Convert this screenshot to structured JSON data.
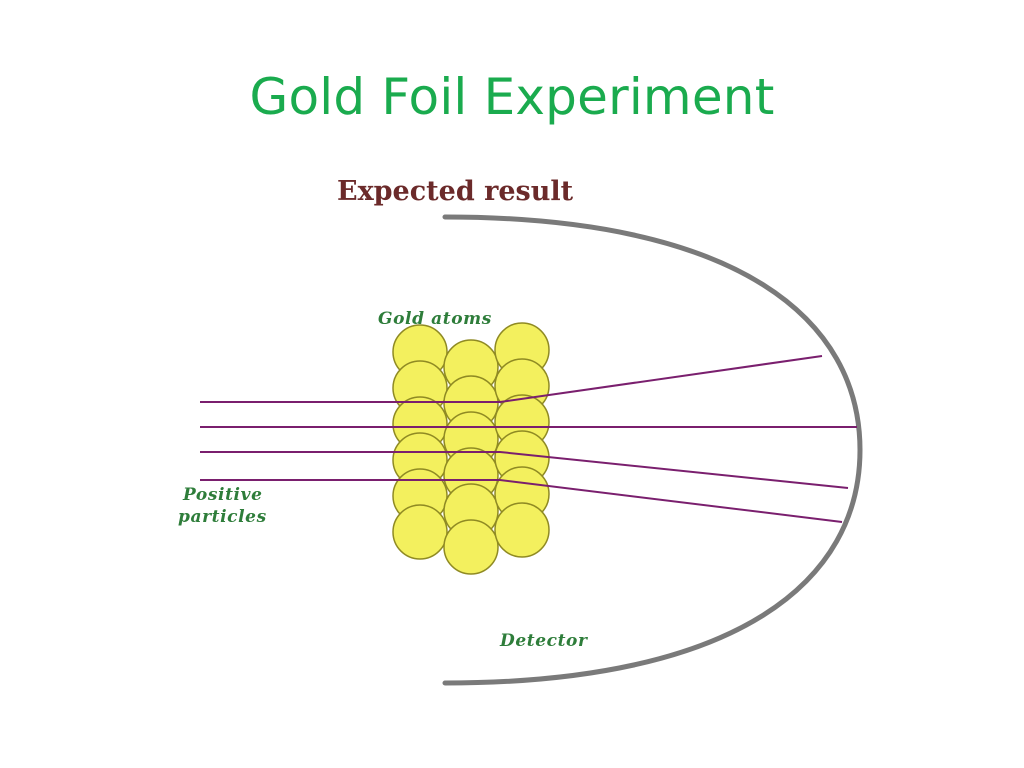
{
  "slide": {
    "title": "Gold Foil Experiment"
  },
  "diagram": {
    "heading": "Expected result",
    "labels": {
      "gold_atoms": "Gold atoms",
      "positive_particles_line1": "Positive",
      "positive_particles_line2": "particles",
      "detector": "Detector"
    }
  },
  "colors": {
    "title": "#1aab4e",
    "heading": "#6b2a2a",
    "label": "#2e7d3a",
    "atom_fill": "#f3f05e",
    "atom_stroke": "#8f8a23",
    "particle_path": "#7a1f6e",
    "detector": "#7a7a7a"
  }
}
